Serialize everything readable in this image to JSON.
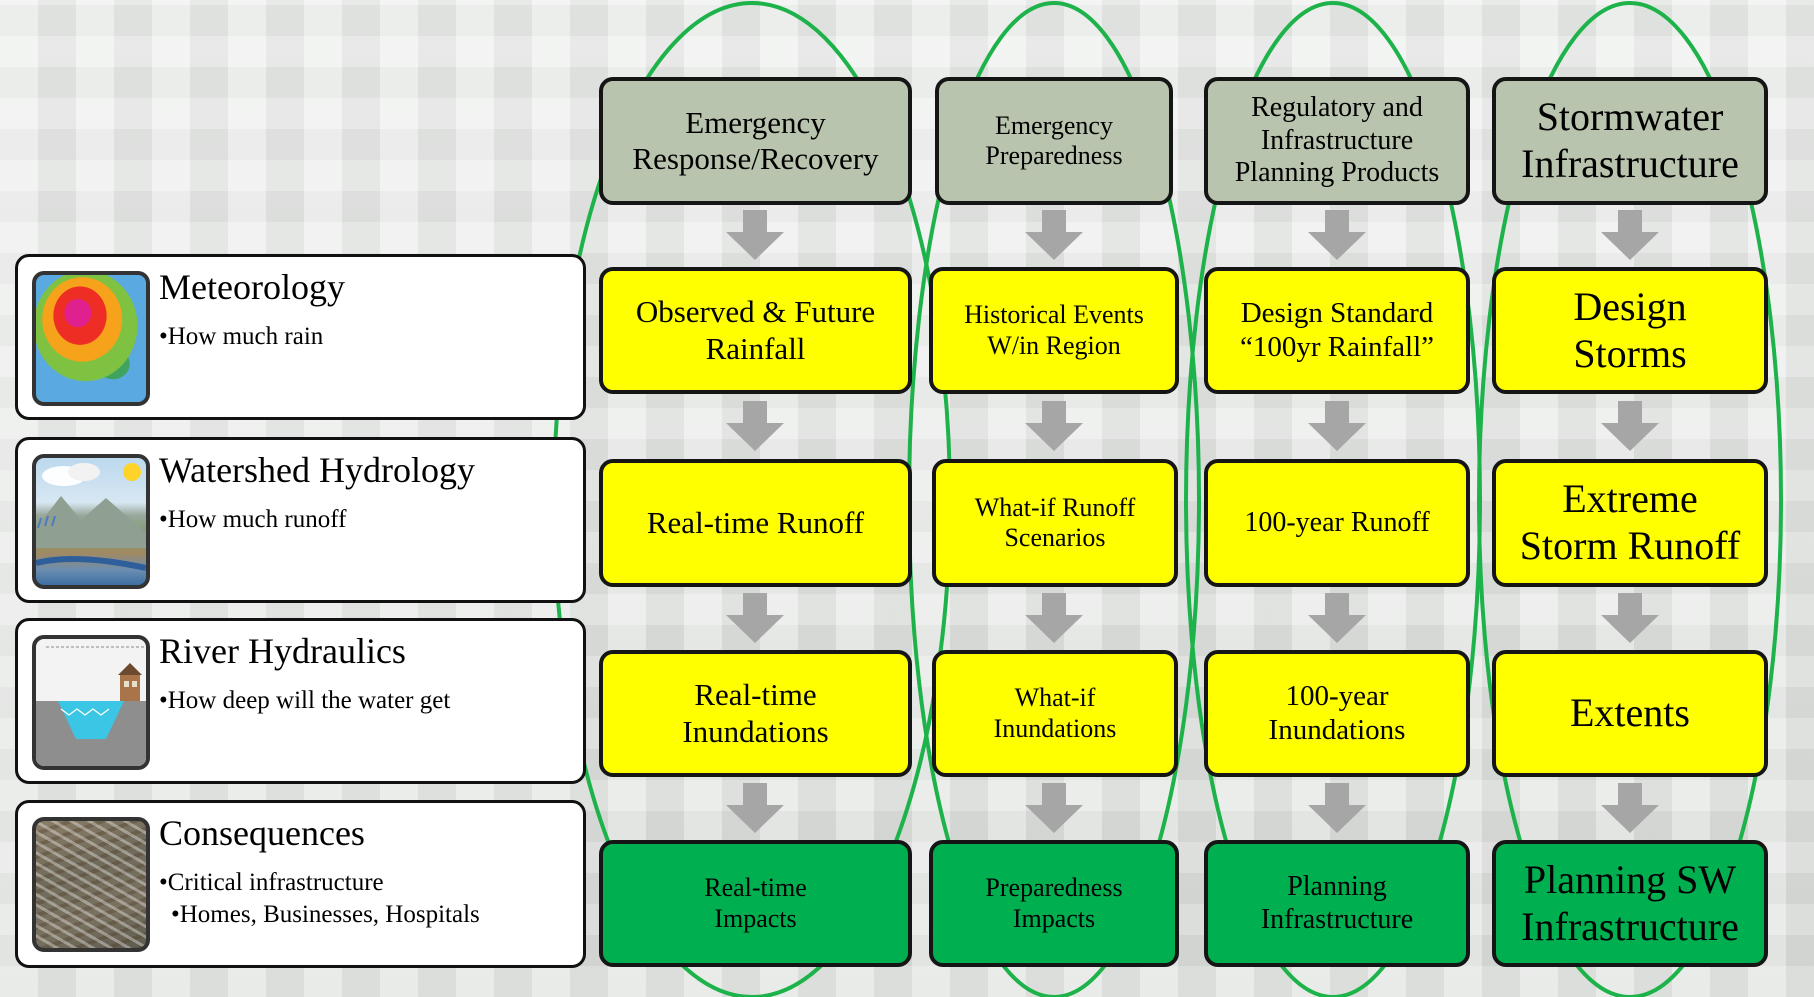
{
  "rows": [
    {
      "title": "Meteorology",
      "bullets": [
        "•How much rain"
      ]
    },
    {
      "title": "Watershed Hydrology",
      "bullets": [
        "•How much runoff"
      ]
    },
    {
      "title": "River Hydraulics",
      "bullets": [
        "•How deep will the water get"
      ]
    },
    {
      "title": "Consequences",
      "bullets": [
        "•Critical infrastructure",
        "•Homes, Businesses, Hospitals"
      ]
    }
  ],
  "columns": [
    {
      "header": "Emergency\nResponse/Recovery",
      "rainfall": "Observed & Future\nRainfall",
      "runoff": "Real-time Runoff",
      "inundation": "Real-time\nInundations",
      "impact": "Real-time\nImpacts"
    },
    {
      "header": "Emergency\nPreparedness",
      "rainfall": "Historical Events\nW/in Region",
      "runoff": "What-if Runoff\nScenarios",
      "inundation": "What-if\nInundations",
      "impact": "Preparedness\nImpacts"
    },
    {
      "header": "Regulatory and\nInfrastructure\nPlanning Products",
      "rainfall": "Design Standard\n“100yr Rainfall”",
      "runoff": "100-year Runoff",
      "inundation": "100-year\nInundations",
      "impact": "Planning\nInfrastructure"
    },
    {
      "header": "Stormwater\nInfrastructure",
      "rainfall": "Design\nStorms",
      "runoff": "Extreme\nStorm Runoff",
      "inundation": "Extents",
      "impact": "Planning SW\nInfrastructure"
    }
  ],
  "colors": {
    "header_fill": "#b9c4ae",
    "step_fill": "#ffff00",
    "result_fill": "#00b050",
    "oval_stroke": "#1db34a",
    "arrow_fill": "#a6a6a6"
  }
}
